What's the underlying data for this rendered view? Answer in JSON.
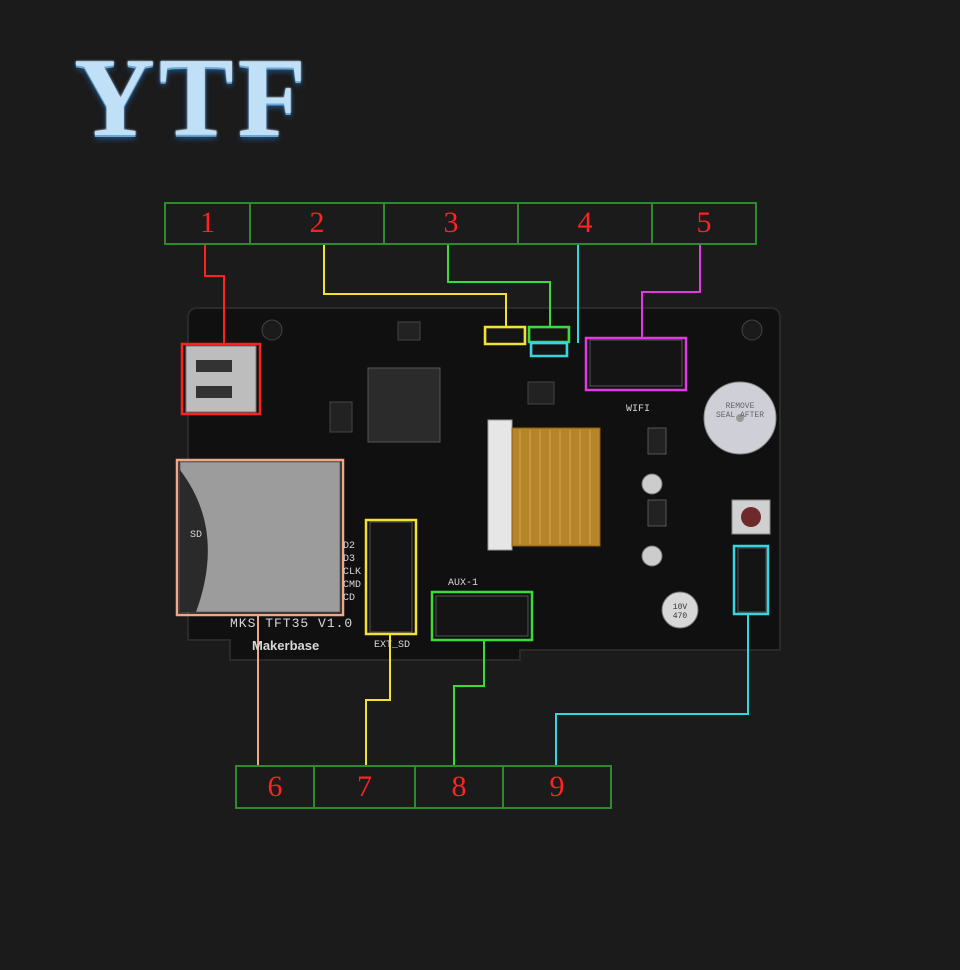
{
  "logo": {
    "text": "YTF"
  },
  "board": {
    "model": "MKS TFT35 V1.0",
    "brand": "Makerbase",
    "wifi_label": "WIFI",
    "aux_label": "AUX-1",
    "exp_label": "EXT_SD",
    "sd_label": "SD",
    "buzzer_text": "REMOVE SEAL AFTER",
    "cap_text": "10V 470",
    "sd_pins": [
      "D2",
      "D3",
      "CLK",
      "CMD",
      "CD"
    ]
  },
  "top_callouts": [
    "1",
    "2",
    "3",
    "4",
    "5"
  ],
  "bottom_callouts": [
    "6",
    "7",
    "8",
    "9"
  ],
  "colors": {
    "box_green": "#2f8a2f",
    "label_red": "#ff2222",
    "c1": "#ff2020",
    "c2": "#f2e230",
    "c3": "#3adb3a",
    "c4": "#35d6e0",
    "c5": "#e23ae2",
    "c6": "#f0a888",
    "c7": "#f2e230",
    "c8": "#3adb3a",
    "c9": "#35d6e0"
  }
}
